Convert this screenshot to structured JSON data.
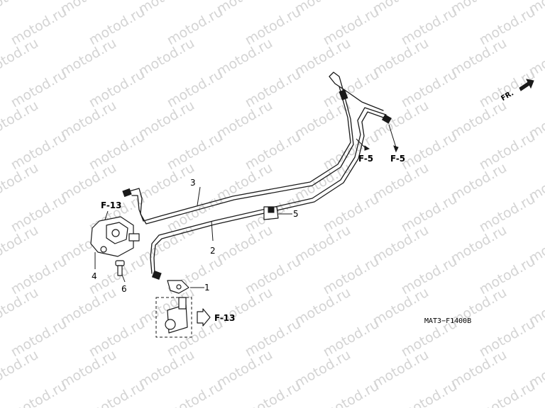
{
  "watermark": "motod.ru",
  "parts": [
    {
      "number": "1"
    },
    {
      "number": "2"
    },
    {
      "number": "3"
    },
    {
      "number": "4"
    },
    {
      "number": "5"
    },
    {
      "number": "6"
    }
  ],
  "refs": {
    "f13_top": "F-13",
    "f13_right": "F-13",
    "f5_left": "F-5",
    "f5_right": "F-5"
  },
  "direction": "FR.",
  "diagram_code": "MAT3−F1400B"
}
